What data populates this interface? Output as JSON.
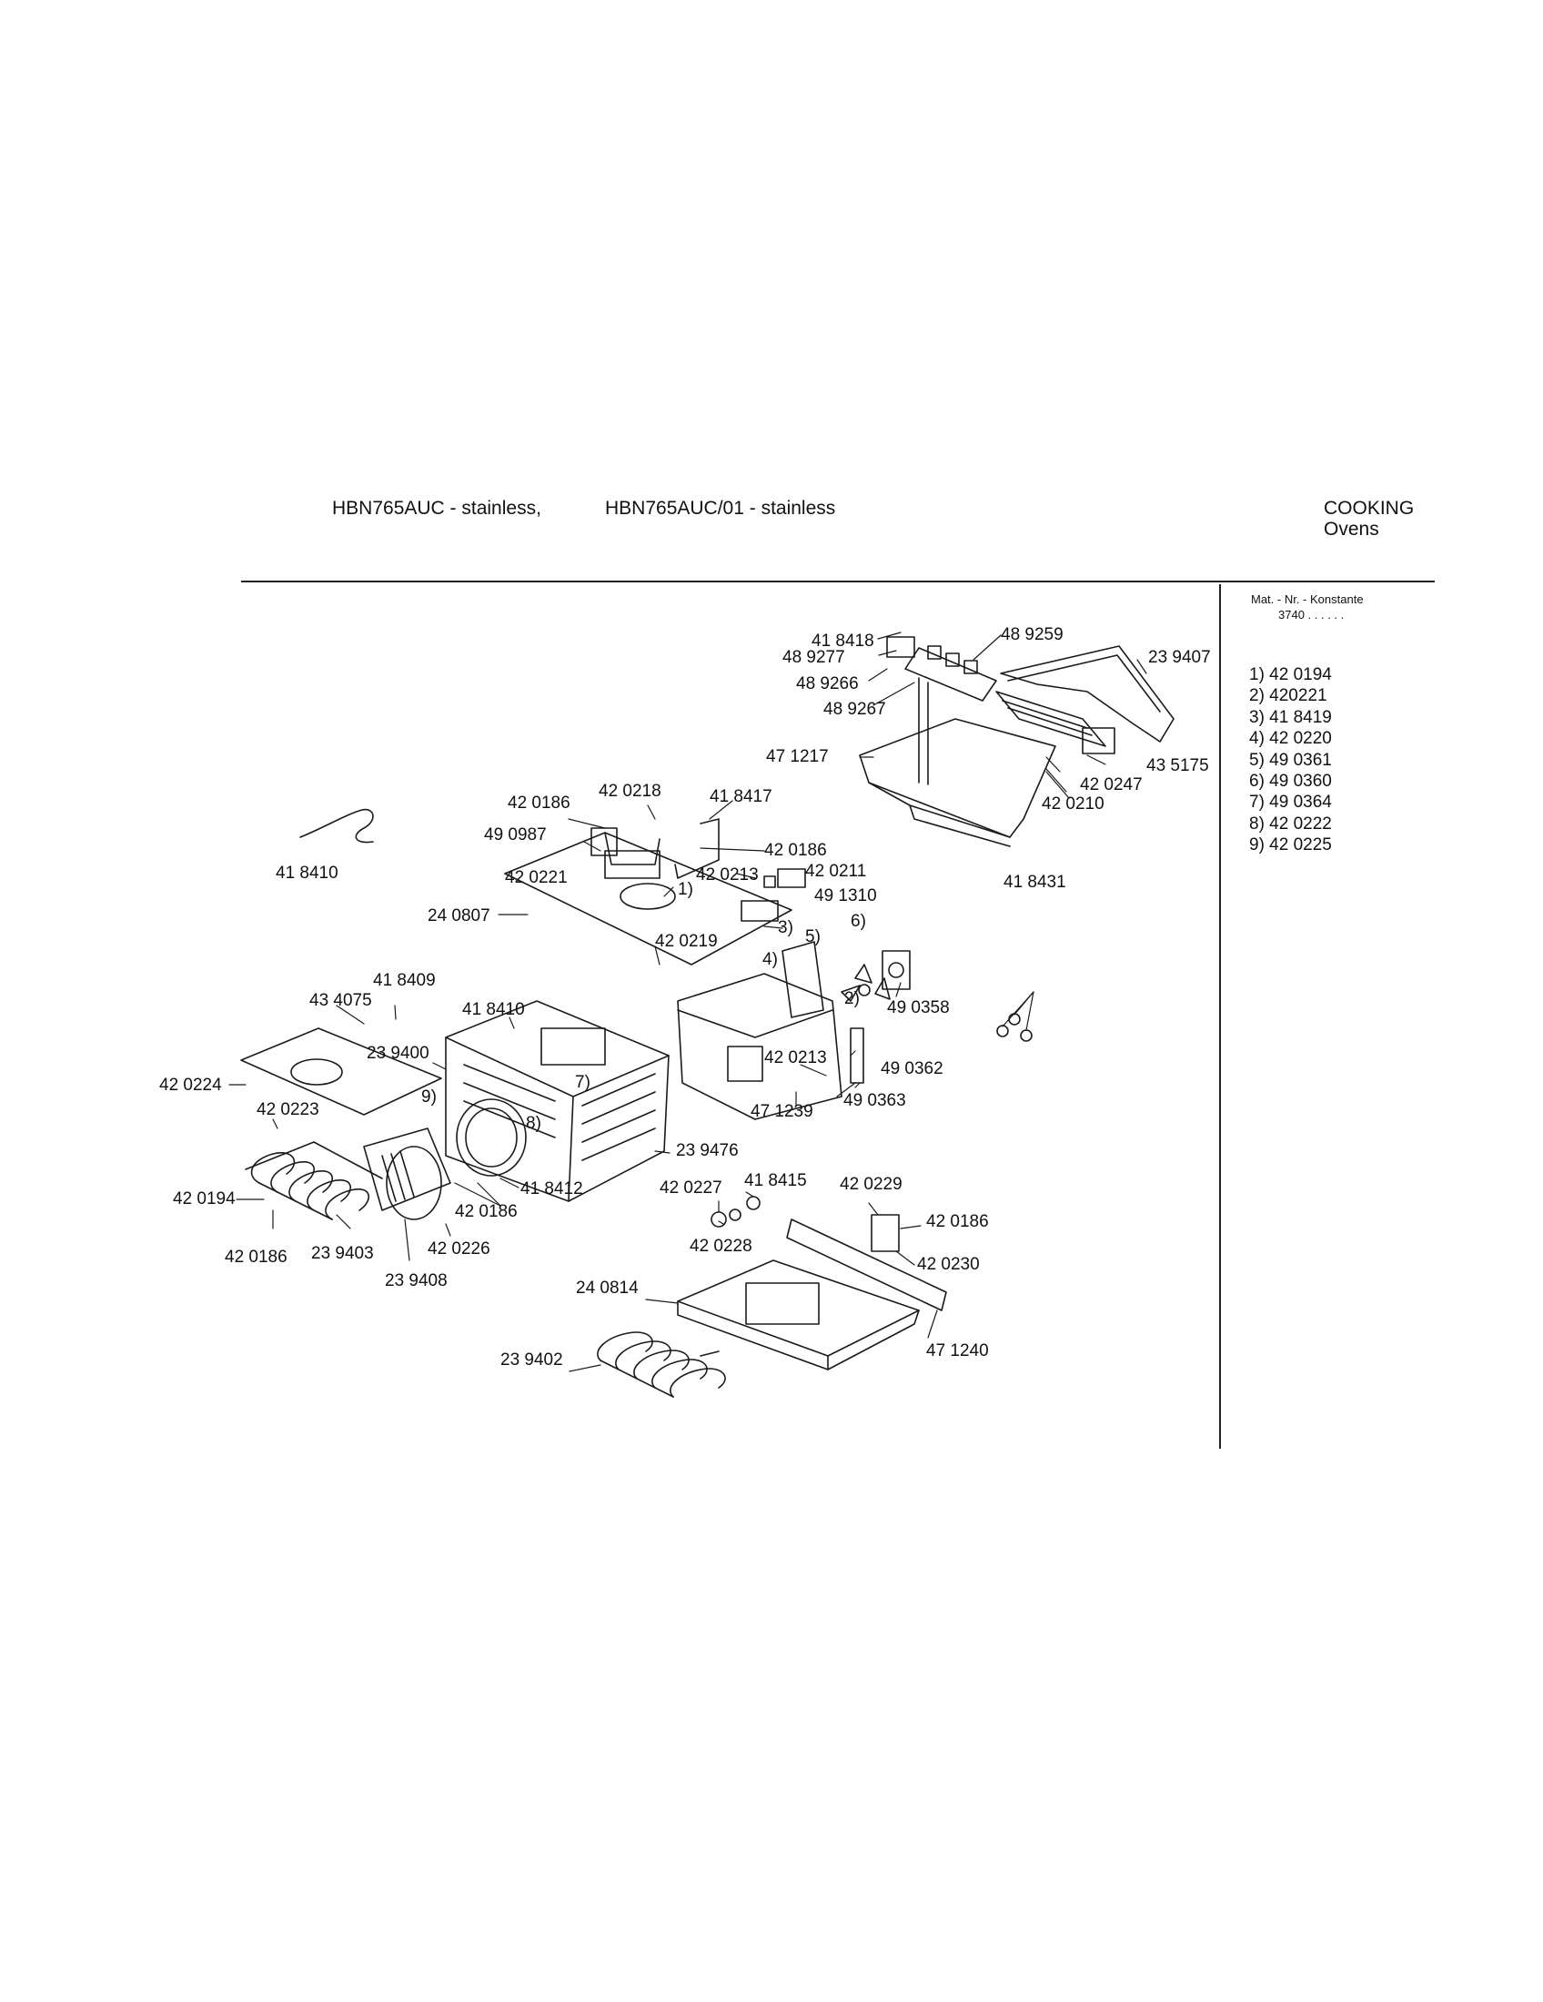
{
  "header": {
    "model_1": "HBN765AUC - stainless,",
    "model_2": "HBN765AUC/01 - stainless",
    "category": "COOKING",
    "subcategory": "Ovens"
  },
  "mat_nr": {
    "label": "Mat. - Nr. - Konstante",
    "value": "3740 . .   . . . ."
  },
  "legend": [
    "1) 42 0194",
    "2) 420221",
    "3) 41 8419",
    "4) 42 0220",
    "5) 49 0361",
    "6) 49 0360",
    "7) 49 0364",
    "8) 42 0222",
    "9) 42 0225"
  ],
  "labels": {
    "p418418": "41 8418",
    "p489277": "48 9277",
    "p489266": "48 9266",
    "p489267": "48 9267",
    "p489259": "48 9259",
    "p239407": "23 9407",
    "p471217": "47 1217",
    "p420247": "42 0247",
    "p435175": "43 5175",
    "p420210": "42 0210",
    "p420218": "42 0218",
    "p418417": "41 8417",
    "p420186_a": "42 0186",
    "p490987": "49 0987",
    "p420186_b": "42 0186",
    "p420221": "42 0221",
    "p420213_a": "42 0213",
    "p420211": "42 0211",
    "p491310": "49 1310",
    "p418410_a": "41 8410",
    "p240807": "24 0807",
    "m1": "1)",
    "p420219": "42 0219",
    "m3": "3)",
    "m5": "5)",
    "m6": "6)",
    "m4": "4)",
    "m2": "2)",
    "p490358": "49 0358",
    "p418431": "41 8431",
    "p418409": "41 8409",
    "p434075": "43 4075",
    "p418410_b": "41 8410",
    "p239400": "23 9400",
    "p420213_b": "42 0213",
    "p490362": "49 0362",
    "p420224": "42 0224",
    "m9": "9)",
    "m7": "7)",
    "p420223": "42 0223",
    "m8": "8)",
    "p471239": "47 1239",
    "p490363": "49 0363",
    "p239476": "23 9476",
    "p418412": "41 8412",
    "p420227": "42 0227",
    "p418415": "41 8415",
    "p420229": "42 0229",
    "p420194": "42 0194",
    "p420186_c": "42 0186",
    "p420186_d": "42 0186",
    "p420226": "42 0226",
    "p420228": "42 0228",
    "p420230": "42 0230",
    "p420186_e": "42 0186",
    "p239403": "23 9403",
    "p239408": "23 9408",
    "p240814": "24 0814",
    "p471240": "47 1240",
    "p239402": "23 9402"
  }
}
